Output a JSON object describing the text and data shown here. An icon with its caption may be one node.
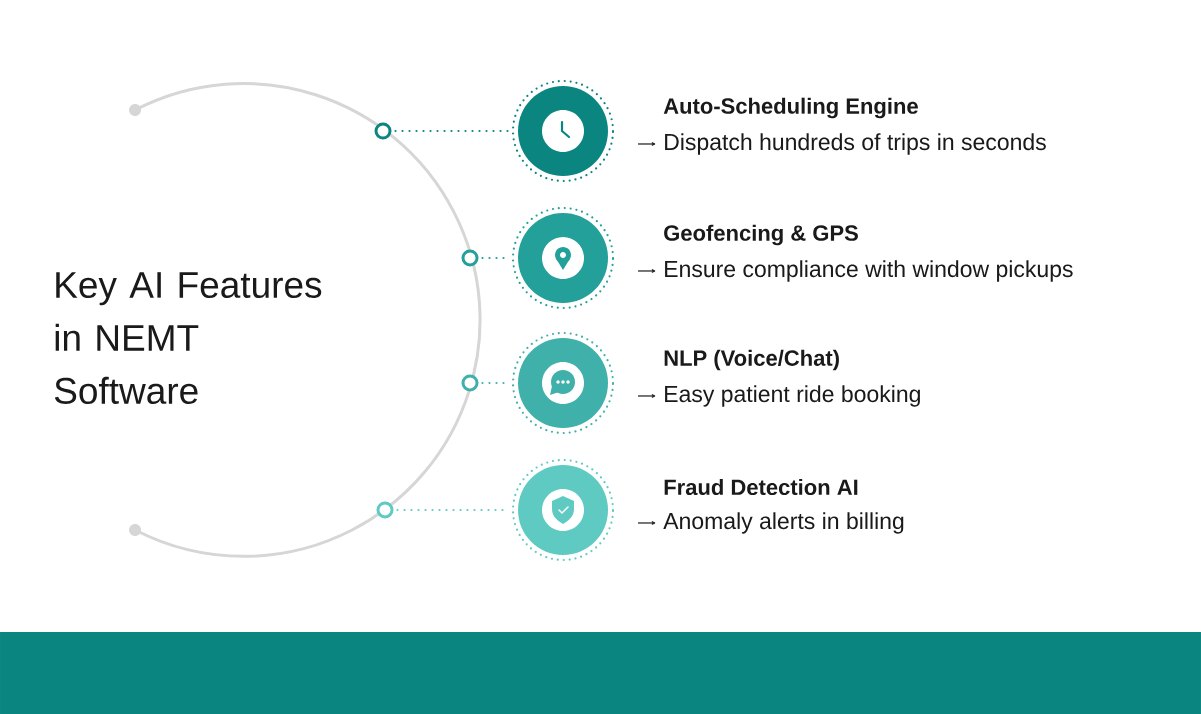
{
  "diagram": {
    "title": "Key AI Features in NEMT Software",
    "nodes": [
      {
        "text": [],
        "shape": "circle"
      },
      {
        "text": [],
        "shape": "circle"
      },
      {
        "text": [],
        "shape": "circle"
      },
      {
        "text": [],
        "shape": "circle"
      },
      {
        "text": [],
        "shape": "circle",
        "beside": [
          "Auto-Scheduling Engine",
          "Dispatch hundreds of trips in seconds"
        ]
      },
      {
        "text": [],
        "shape": "circle",
        "beside": [
          "Geofencing & GPS",
          "Ensure compliance with window pickups"
        ]
      },
      {
        "text": [],
        "shape": "circle",
        "beside": [
          "NLP (Voice/Chat)",
          "Easy patient ride booking"
        ]
      },
      {
        "text": [],
        "shape": "circle",
        "beside": [
          "Fraud Detection AI",
          "Anomaly alerts in billing"
        ]
      }
    ],
    "edges": [
      {
        "from": 0,
        "to": 4,
        "arrow": "none",
        "style": "dashed",
        "color": "#0b8580"
      },
      {
        "from": 1,
        "to": 5,
        "arrow": "none",
        "style": "dashed",
        "color": "#22a099"
      },
      {
        "from": 2,
        "to": 6,
        "arrow": "none",
        "style": "dashed",
        "color": "#3fb0aa"
      },
      {
        "from": 3,
        "to": 7,
        "arrow": "none",
        "style": "dashed",
        "color": "#5ecac2"
      }
    ]
  }
}
